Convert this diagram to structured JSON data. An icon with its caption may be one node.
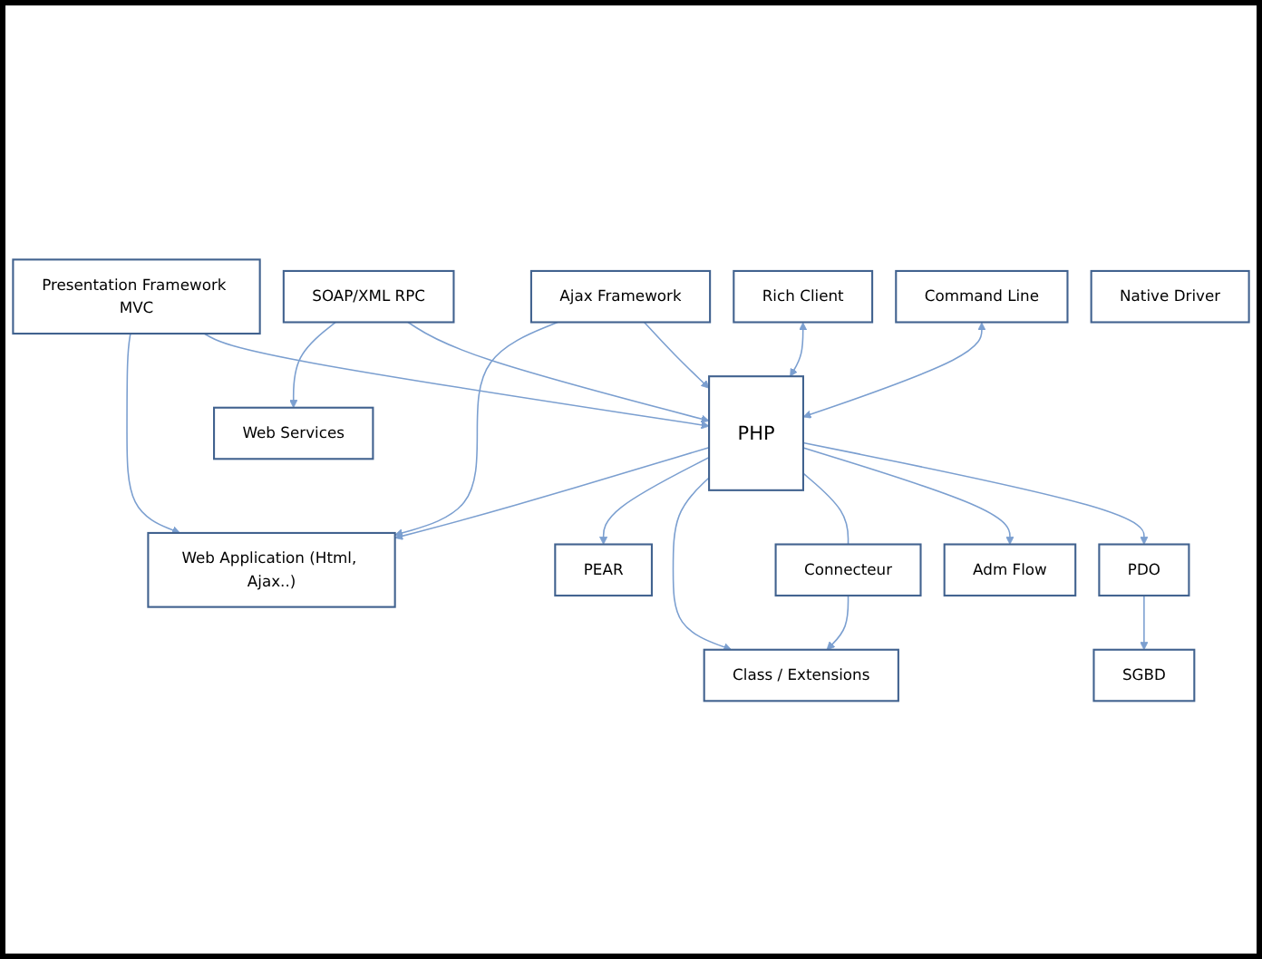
{
  "diagram": {
    "nodes": [
      {
        "text": [
          "Web Application (Html, Ajax..)"
        ]
      },
      {
        "text": [
          "Web Services"
        ]
      },
      {
        "text": [
          "Rich Client"
        ]
      },
      {
        "text": [
          "Command Line"
        ]
      },
      {
        "text": [
          "Presentation Framework MVC"
        ]
      },
      {
        "text": [
          "Ajax Framework"
        ]
      },
      {
        "text": [
          "SOAP/XML RPC"
        ]
      },
      {
        "text": [
          "PHP"
        ]
      },
      {
        "text": [
          "PEAR"
        ]
      },
      {
        "text": [
          "Connecteur"
        ]
      },
      {
        "text": [
          "Adm Flow"
        ]
      },
      {
        "text": [
          "Native Driver"
        ]
      },
      {
        "text": [
          "PDO"
        ]
      },
      {
        "text": [
          "Class / Extensions"
        ]
      },
      {
        "text": [
          "SGBD"
        ]
      }
    ],
    "edges": [
      {
        "from": 4,
        "to": 0,
        "arrow": "to"
      },
      {
        "from": 4,
        "to": 7,
        "arrow": "to"
      },
      {
        "from": 7,
        "to": 0,
        "arrow": "to"
      },
      {
        "from": 5,
        "to": 0,
        "arrow": "to"
      },
      {
        "from": 5,
        "to": 7,
        "arrow": "to"
      },
      {
        "from": 6,
        "to": 1,
        "arrow": "to"
      },
      {
        "from": 6,
        "to": 7,
        "arrow": "to"
      },
      {
        "from": 2,
        "to": 7,
        "arrow": "both"
      },
      {
        "from": 3,
        "to": 7,
        "arrow": "both"
      },
      {
        "from": 7,
        "to": 8,
        "arrow": "to"
      },
      {
        "from": 7,
        "to": 13,
        "arrow": "to"
      },
      {
        "from": 7,
        "to": 9,
        "arrow": "none"
      },
      {
        "from": 9,
        "to": 13,
        "arrow": "to"
      },
      {
        "from": 7,
        "to": 10,
        "arrow": "to"
      },
      {
        "from": 7,
        "to": 12,
        "arrow": "to"
      },
      {
        "from": 12,
        "to": 14,
        "arrow": "to"
      }
    ]
  }
}
